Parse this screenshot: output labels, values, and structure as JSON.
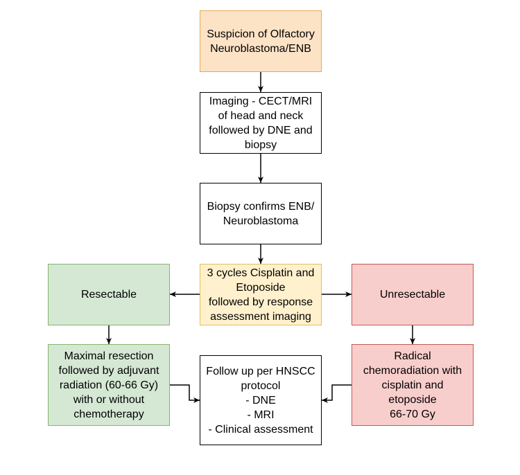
{
  "nodes": {
    "suspicion": {
      "lines": [
        "Suspicion of Olfactory",
        "Neuroblastoma/ENB"
      ],
      "fill": "#fde3c6",
      "stroke": "#e8a84f"
    },
    "imaging": {
      "lines": [
        "Imaging - CECT/MRI",
        "of head and neck",
        "followed by DNE and",
        "biopsy"
      ],
      "fill": "#ffffff",
      "stroke": "#000000"
    },
    "biopsy": {
      "lines": [
        "Biopsy confirms ENB/",
        "Neuroblastoma"
      ],
      "fill": "#ffffff",
      "stroke": "#000000"
    },
    "chemo": {
      "lines": [
        "3 cycles Cisplatin and",
        "Etoposide",
        "followed by response",
        "assessment imaging"
      ],
      "fill": "#fff1cd",
      "stroke": "#e1bd62"
    },
    "resectable": {
      "lines": [
        "Resectable"
      ],
      "fill": "#d5e8d4",
      "stroke": "#86b36f"
    },
    "unresectable": {
      "lines": [
        "Unresectable"
      ],
      "fill": "#f8cecc",
      "stroke": "#bf5a55"
    },
    "resection": {
      "lines": [
        "Maximal resection",
        "followed by adjuvant",
        "radiation (60-66 Gy)",
        "with or without",
        "chemotherapy"
      ],
      "fill": "#d5e8d4",
      "stroke": "#86b36f"
    },
    "followup": {
      "lines": [
        "Follow up per HNSCC",
        "protocol",
        "- DNE",
        "- MRI",
        "- Clinical assessment"
      ],
      "fill": "#ffffff",
      "stroke": "#000000"
    },
    "chemoradiation": {
      "lines": [
        "Radical",
        "chemoradiation with",
        "cisplatin and",
        "etoposide",
        "66-70 Gy"
      ],
      "fill": "#f8cecc",
      "stroke": "#bf5a55"
    }
  },
  "edges": [
    {
      "from": "suspicion",
      "to": "imaging"
    },
    {
      "from": "imaging",
      "to": "biopsy"
    },
    {
      "from": "biopsy",
      "to": "chemo"
    },
    {
      "from": "chemo",
      "to": "resectable"
    },
    {
      "from": "chemo",
      "to": "unresectable"
    },
    {
      "from": "resectable",
      "to": "resection"
    },
    {
      "from": "unresectable",
      "to": "chemoradiation"
    },
    {
      "from": "resection",
      "to": "followup"
    },
    {
      "from": "chemoradiation",
      "to": "followup"
    }
  ]
}
